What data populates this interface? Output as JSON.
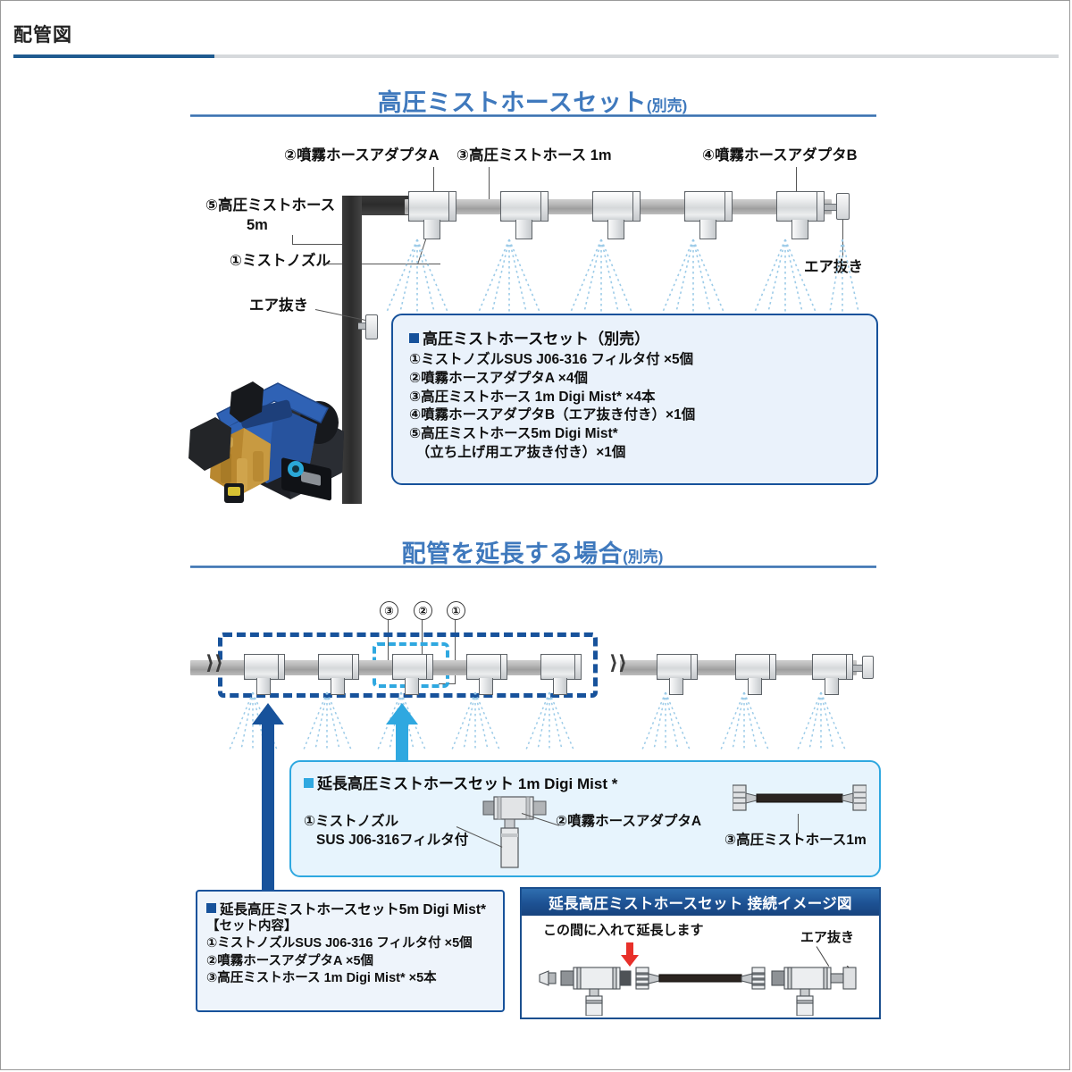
{
  "header": {
    "title": "配管図"
  },
  "section1": {
    "title_main": "高圧ミストホースセット",
    "title_sub": "(別売)",
    "labels": {
      "adapter_a": "②噴霧ホースアダプタA",
      "hose_1m": "③高圧ミストホース 1m",
      "adapter_b": "④噴霧ホースアダプタB",
      "hose_5m_line1": "⑤高圧ミストホース",
      "hose_5m_line2": "5m",
      "nozzle": "①ミストノズル",
      "air_vent_left": "エア抜き",
      "air_vent_right": "エア抜き"
    },
    "infobox": {
      "head": "高圧ミストホースセット（別売）",
      "lines": [
        "①ミストノズルSUS J06-316 フィルタ付 ×5個",
        "②噴霧ホースアダプタA ×4個",
        "③高圧ミストホース 1m Digi Mist* ×4本",
        "④噴霧ホースアダプタB（エア抜き付き）×1個",
        "⑤高圧ミストホース5m Digi Mist*",
        "　（立ち上げ用エア抜き付き）×1個"
      ]
    }
  },
  "section2": {
    "title_main": "配管を延長する場合",
    "title_sub": "(別売)",
    "callouts": [
      "③",
      "②",
      "①"
    ],
    "infobox_1m": {
      "head": "延長高圧ミストホースセット 1m Digi Mist *",
      "label_nozzle_l1": "①ミストノズル",
      "label_nozzle_l2": "SUS J06-316フィルタ付",
      "label_adapter": "②噴霧ホースアダプタA",
      "label_hose": "③高圧ミストホース1m"
    },
    "infobox_5m": {
      "head": "延長高圧ミストホースセット5m Digi Mist*",
      "subhead": "【セット内容】",
      "lines": [
        "①ミストノズルSUS J06-316 フィルタ付 ×5個",
        "②噴霧ホースアダプタA ×5個",
        "③高圧ミストホース 1m Digi Mist* ×5本"
      ]
    },
    "panel": {
      "title": "延長高圧ミストホースセット 接続イメージ図",
      "note": "この間に入れて延長します",
      "air_vent": "エア抜き"
    }
  },
  "colors": {
    "title_blue": "#3f79bd",
    "header_rule": "#1f5b90",
    "navy": "#17529b",
    "cyan": "#2fa8e0",
    "spray": "#9ccbe8",
    "arrow_red": "#e8302a"
  }
}
